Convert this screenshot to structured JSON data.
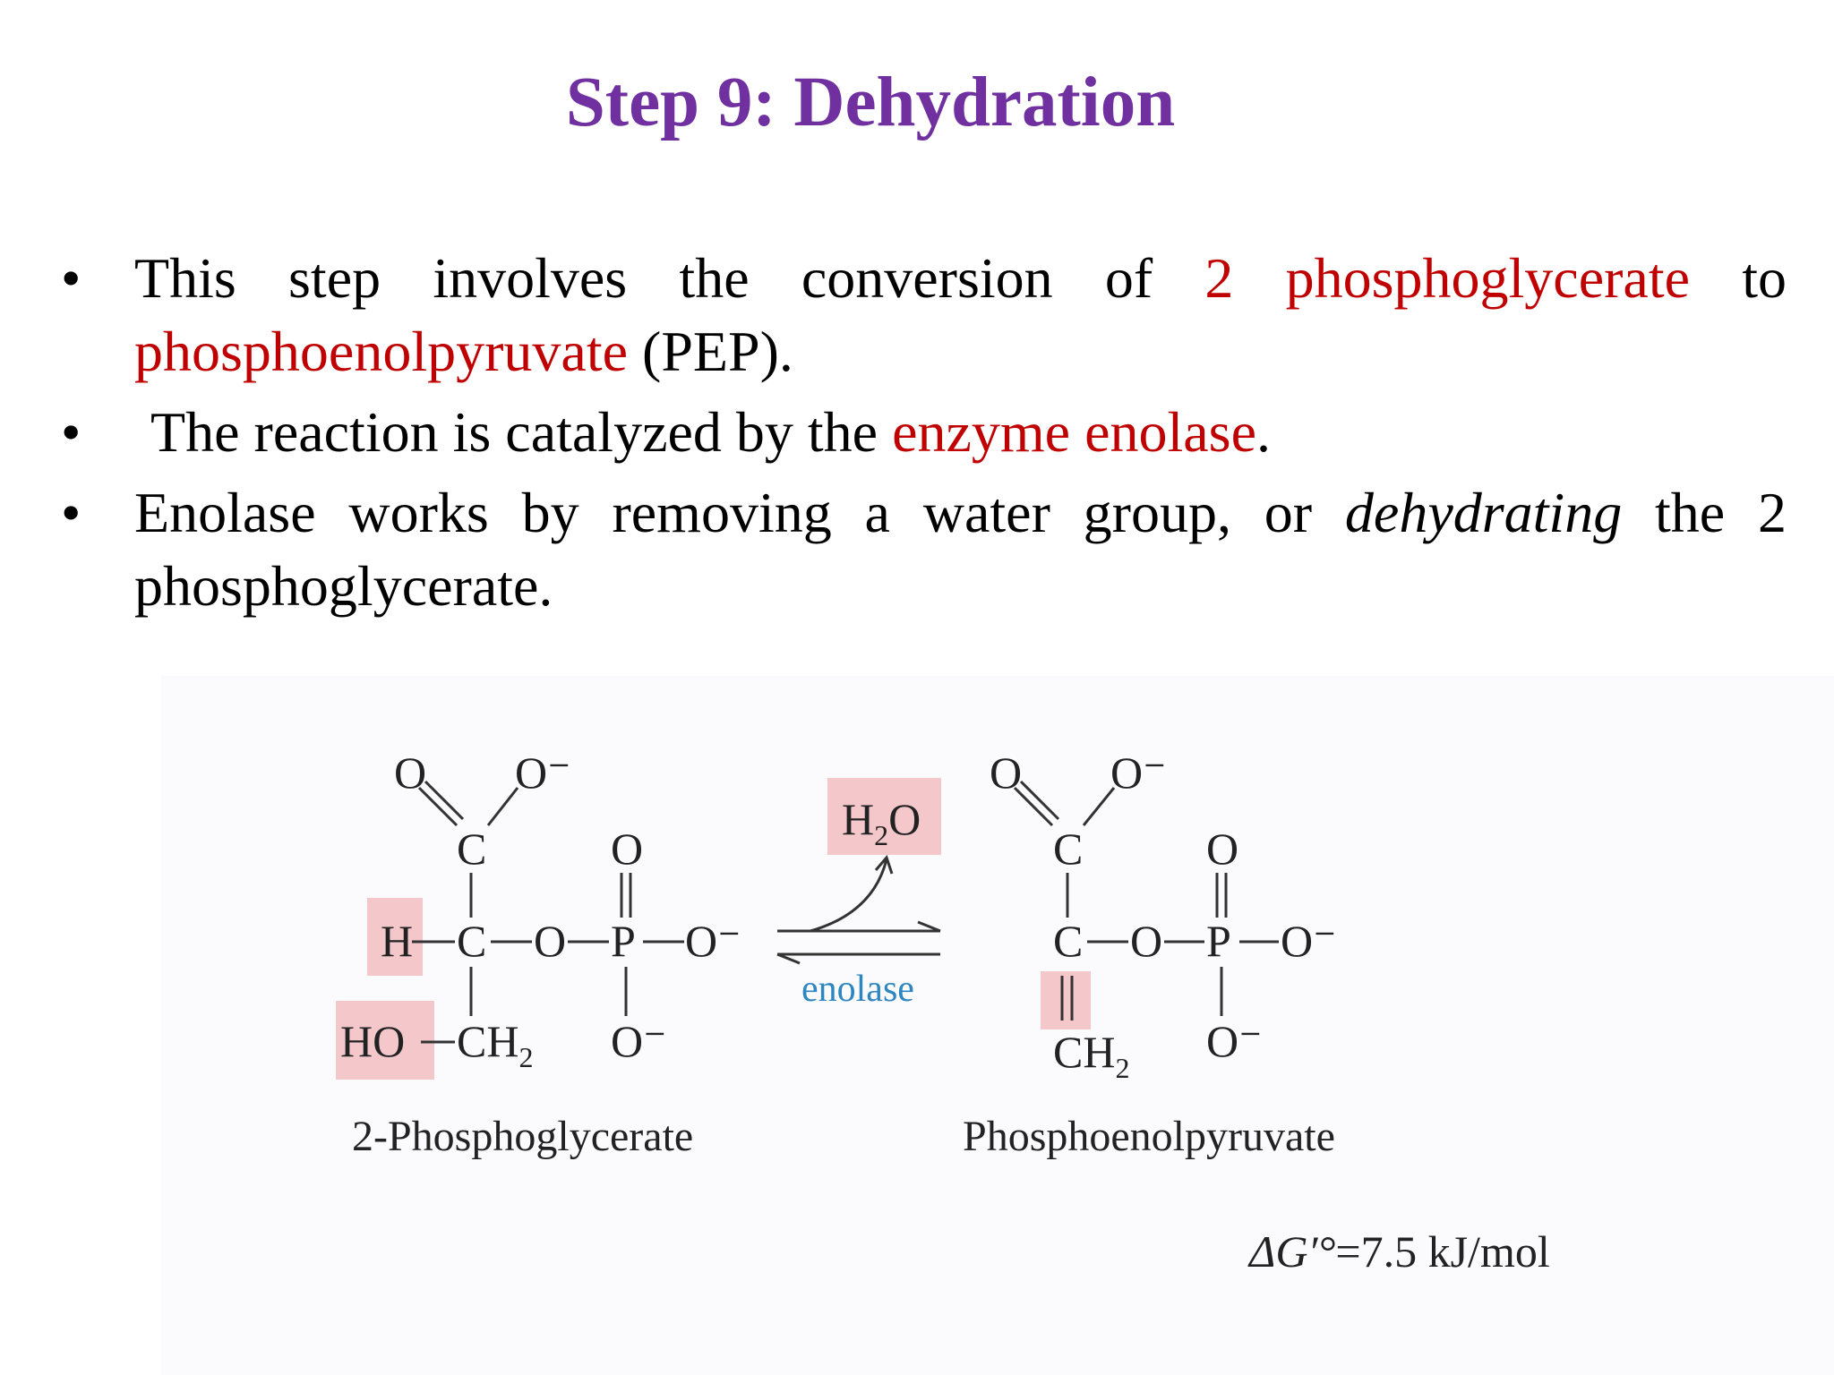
{
  "slide": {
    "title": "Step 9: Dehydration",
    "bullets": [
      {
        "parts": [
          {
            "text": "This step involves the conversion of "
          },
          {
            "text": "2 phosphoglycerate",
            "color": "#C00000"
          },
          {
            "text": " to "
          },
          {
            "text": "phosphoenolpyruvate",
            "color": "#C00000"
          },
          {
            "text": " (PEP)."
          }
        ]
      },
      {
        "parts": [
          {
            "text": "The reaction is catalyzed by the "
          },
          {
            "text": "enzyme enolase",
            "color": "#C00000"
          },
          {
            "text": "."
          }
        ]
      },
      {
        "parts": [
          {
            "text": "Enolase works by removing a water group, or "
          },
          {
            "text": "dehydrating",
            "italic": true
          },
          {
            "text": " the 2 phosphoglycerate."
          }
        ]
      }
    ]
  },
  "reaction": {
    "reactant_name": "2-Phosphoglycerate",
    "product_name": "Phosphoenolpyruvate",
    "enzyme": "enolase",
    "byproduct": "H",
    "byproduct_sub": "2",
    "byproduct_o": "O",
    "delta_g_symbol": "ΔG′°",
    "delta_g_value": "=7.5 kJ/mol",
    "atoms": {
      "O": "O",
      "O_minus": "O⁻",
      "C": "C",
      "P": "P",
      "H": "H",
      "HO": "HO",
      "CH": "CH",
      "sub2": "2",
      "bond_single": "—",
      "bond_double": "||"
    },
    "colors": {
      "highlight": "#F4C7CB",
      "enzyme_text": "#2E86C1",
      "title": "#7030A0",
      "emphasis": "#C00000"
    }
  }
}
